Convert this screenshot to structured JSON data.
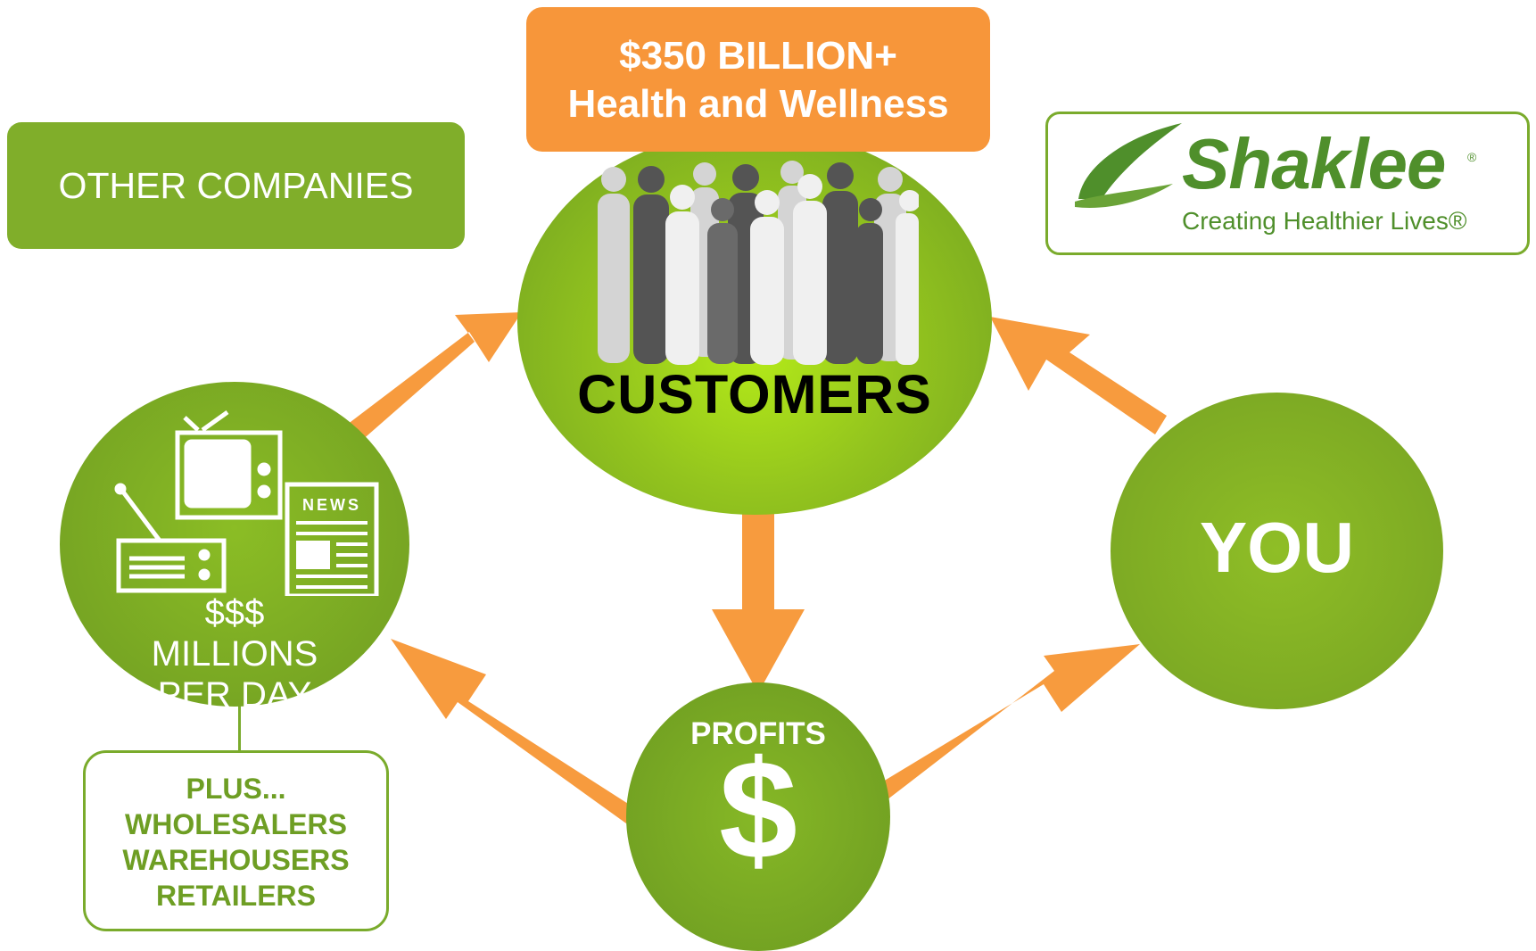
{
  "market": {
    "line1": "$350 BILLION+",
    "line2": "Health and Wellness"
  },
  "other_companies": {
    "label": "OTHER COMPANIES"
  },
  "logo": {
    "name": "Shaklee",
    "registered": "®",
    "tagline": "Creating Healthier Lives®"
  },
  "customers": {
    "label": "CUSTOMERS"
  },
  "media": {
    "newspaper_label": "NEWS",
    "money": "$$$",
    "line1": "MILLIONS",
    "line2": "PER DAY"
  },
  "plus_box": {
    "lines": [
      "PLUS...",
      "WHOLESALERS",
      "WAREHOUSERS",
      "RETAILERS"
    ]
  },
  "you": {
    "label": "YOU"
  },
  "profits": {
    "label": "PROFITS",
    "symbol": "$"
  },
  "colors": {
    "green": "#80ae2a",
    "bright_green": "#b4ea18",
    "orange": "#f7963a",
    "arrow_orange": "#f79b3e",
    "logo_green": "#4f8f2b"
  },
  "icons": [
    "people-silhouettes-icon",
    "television-icon",
    "radio-icon",
    "newspaper-icon",
    "shaklee-leaf-icon"
  ]
}
